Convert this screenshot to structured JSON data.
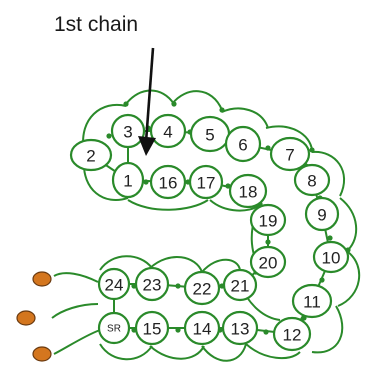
{
  "caption": "1st chain",
  "rings": [
    {
      "label": "1"
    },
    {
      "label": "2"
    },
    {
      "label": "3"
    },
    {
      "label": "4"
    },
    {
      "label": "5"
    },
    {
      "label": "6"
    },
    {
      "label": "7"
    },
    {
      "label": "8"
    },
    {
      "label": "9"
    },
    {
      "label": "10"
    },
    {
      "label": "11"
    },
    {
      "label": "12"
    },
    {
      "label": "13"
    },
    {
      "label": "14"
    },
    {
      "label": "15"
    },
    {
      "label": "SR"
    },
    {
      "label": "24"
    },
    {
      "label": "23"
    },
    {
      "label": "22"
    },
    {
      "label": "21"
    },
    {
      "label": "20"
    },
    {
      "label": "19"
    },
    {
      "label": "18"
    },
    {
      "label": "17"
    },
    {
      "label": "16"
    }
  ],
  "colors": {
    "thread": "#2a8a2a",
    "bead": "#d4761e",
    "text": "#222222",
    "arrow": "#111111"
  }
}
